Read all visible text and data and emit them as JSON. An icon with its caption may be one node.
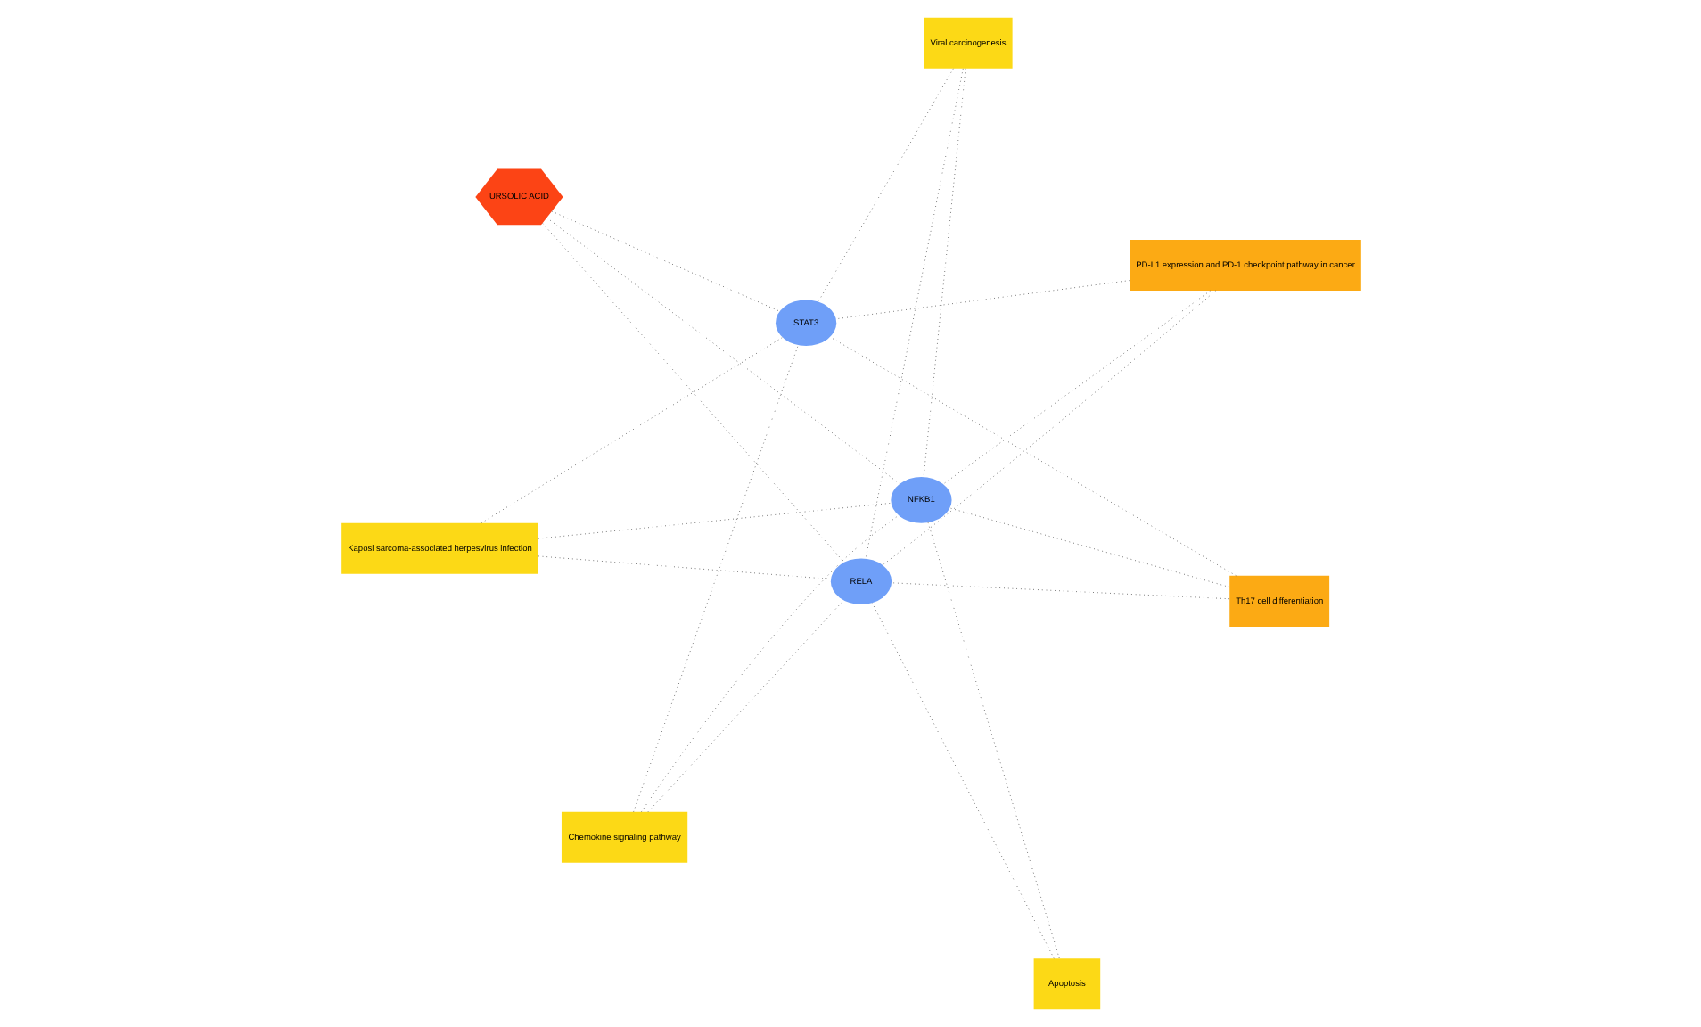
{
  "diagram": {
    "nodes": [
      {
        "text": [
          "Kaposi sarcoma-associated herpesvirus infection"
        ]
      },
      {
        "text": [
          "PD-L1 expression and PD-1 checkpoint pathway in cancer"
        ]
      },
      {
        "text": [
          "Chemokine signaling pathway"
        ]
      },
      {
        "text": [
          "STAT3"
        ]
      },
      {
        "text": [
          "Viral carcinogenesis"
        ]
      },
      {
        "text": [
          "URSOLIC ACID"
        ]
      },
      {
        "text": [
          "RELA"
        ]
      },
      {
        "text": [
          "Apoptosis"
        ]
      },
      {
        "text": [
          "NFKB1"
        ]
      },
      {
        "text": [
          "Th17 cell differentiation"
        ]
      }
    ],
    "edges": [
      {
        "from": 0,
        "to": 3,
        "arrow": "none",
        "style": "dashed"
      },
      {
        "from": 0,
        "to": 8,
        "arrow": "none",
        "style": "dashed"
      },
      {
        "from": 0,
        "to": 6,
        "arrow": "none",
        "style": "dashed"
      },
      {
        "from": 1,
        "to": 3,
        "arrow": "none",
        "style": "dashed"
      },
      {
        "from": 1,
        "to": 6,
        "arrow": "none",
        "style": "dashed"
      },
      {
        "from": 1,
        "to": 8,
        "arrow": "none",
        "style": "dashed"
      },
      {
        "from": 2,
        "to": 3,
        "arrow": "none",
        "style": "dashed"
      },
      {
        "from": 2,
        "to": 6,
        "arrow": "none",
        "style": "dashed"
      },
      {
        "from": 2,
        "to": 8,
        "arrow": "none",
        "style": "dashed"
      },
      {
        "from": 4,
        "to": 3,
        "arrow": "none",
        "style": "dashed"
      },
      {
        "from": 4,
        "to": 6,
        "arrow": "none",
        "style": "dashed"
      },
      {
        "from": 4,
        "to": 8,
        "arrow": "none",
        "style": "dashed"
      },
      {
        "from": 5,
        "to": 3,
        "arrow": "none",
        "style": "dashed"
      },
      {
        "from": 5,
        "to": 6,
        "arrow": "none",
        "style": "dashed"
      },
      {
        "from": 5,
        "to": 8,
        "arrow": "none",
        "style": "dashed"
      },
      {
        "from": 7,
        "to": 8,
        "arrow": "none",
        "style": "dashed"
      },
      {
        "from": 7,
        "to": 6,
        "arrow": "none",
        "style": "dashed"
      },
      {
        "from": 9,
        "to": 3,
        "arrow": "none",
        "style": "dashed"
      },
      {
        "from": 9,
        "to": 8,
        "arrow": "none",
        "style": "dashed"
      },
      {
        "from": 9,
        "to": 6,
        "arrow": "none",
        "style": "dashed"
      }
    ]
  }
}
